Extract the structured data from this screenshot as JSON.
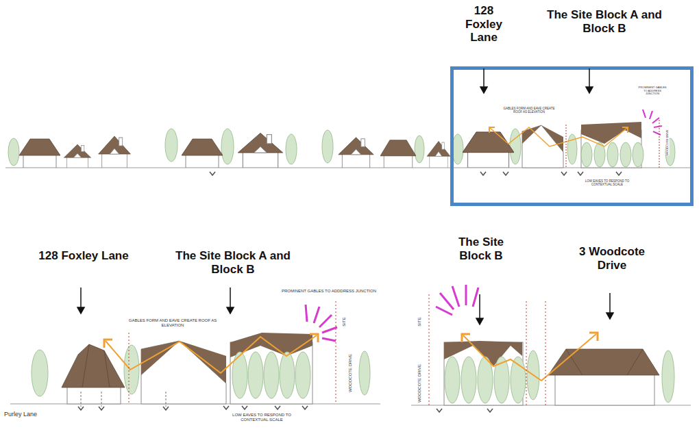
{
  "diagram": {
    "labels": [
      "128 Foxley Lane",
      "The Site Block A and Block B",
      "GABLES FORM AND EAVE CREATE ROOF AS ELEVATION",
      "PROMINENT GABLES TO ADDRESS JUNCTION",
      "WOODCOTE DRIVE",
      "LOW EAVES TO RESPOND TO CONTEXTUAL SCALE",
      "128 Foxley Lane",
      "The Site Block A and Block B",
      "PROMINENT GABLES TO ADDDRESS JUNCTION",
      "GABLES FORM AND EAVE CREATE ROOF AS ELEVATION",
      "SITE",
      "WOODCOTE DRIVE",
      "LOW EAVES TO RESPOND TO CONTEXTUAL SCALE",
      "Purley Lane",
      "The Site Block B",
      "3 Woodcote Drive",
      "SITE",
      "WOODCOTE DRIVE"
    ]
  }
}
